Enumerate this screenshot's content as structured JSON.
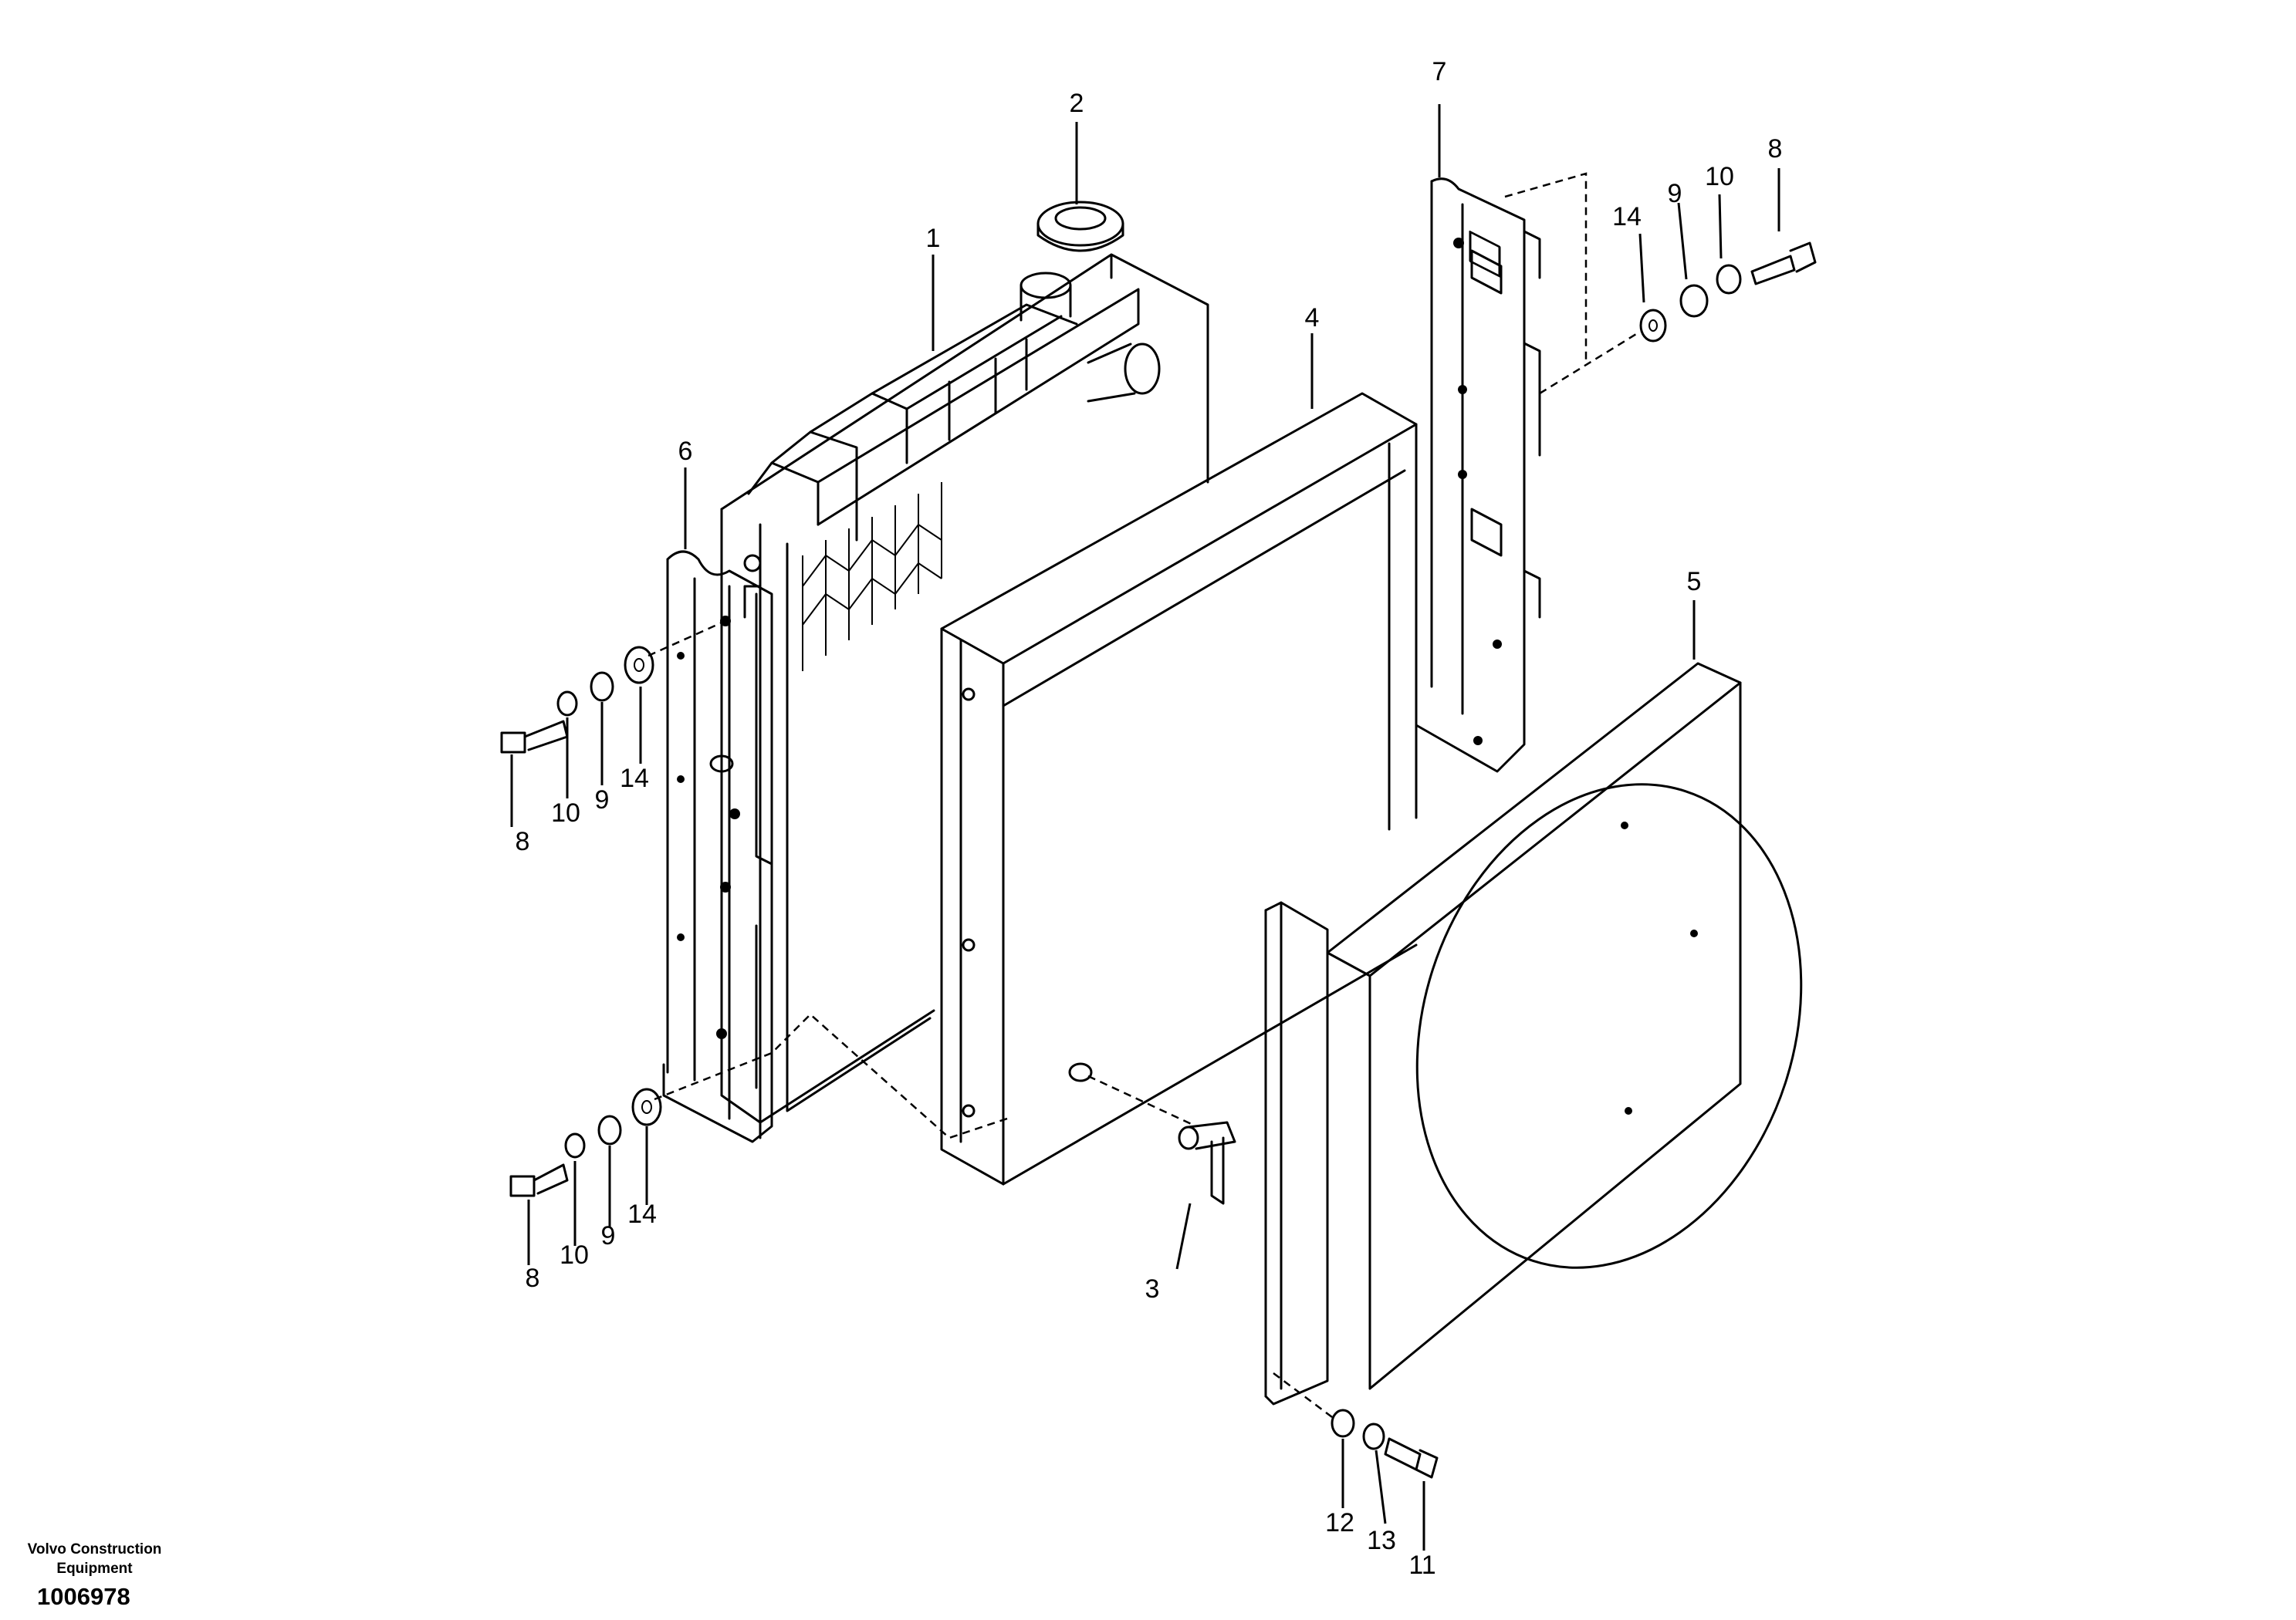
{
  "brand": {
    "line1": "Volvo Construction",
    "line2": "Equipment"
  },
  "document_number": "1006978",
  "callouts": {
    "c1": "1",
    "c2": "2",
    "c3": "3",
    "c4": "4",
    "c5": "5",
    "c6": "6",
    "c7": "7",
    "c8_upper_left": "8",
    "c10_upper_left": "10",
    "c9_upper_left": "9",
    "c14_upper_left": "14",
    "c8_lower_left": "8",
    "c10_lower_left": "10",
    "c9_lower_left": "9",
    "c14_lower_left": "14",
    "c14_upper_right": "14",
    "c9_upper_right": "9",
    "c10_upper_right": "10",
    "c8_upper_right": "8",
    "c12": "12",
    "c13": "13",
    "c11": "11"
  },
  "colors": {
    "line": "#000000",
    "background": "#ffffff"
  }
}
